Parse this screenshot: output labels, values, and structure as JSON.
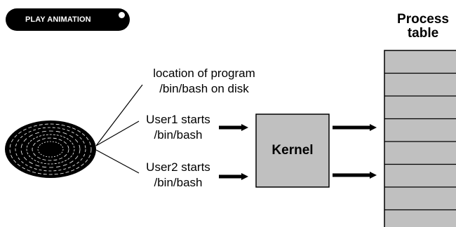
{
  "controls": {
    "play_button_label": "PLAY ANIMATION"
  },
  "labels": {
    "disk_location": [
      "location of program",
      "/bin/bash on disk"
    ],
    "user1": [
      "User1 starts",
      "/bin/bash"
    ],
    "user2": [
      "User2 starts",
      "/bin/bash"
    ],
    "kernel": "Kernel",
    "process_table_title": [
      "Process",
      "table"
    ]
  },
  "colors": {
    "box_fill": "#c0c0c0",
    "stroke": "#000000",
    "button_bg": "#000000",
    "button_text": "#ffffff"
  },
  "process_table": {
    "row_count": 8
  }
}
